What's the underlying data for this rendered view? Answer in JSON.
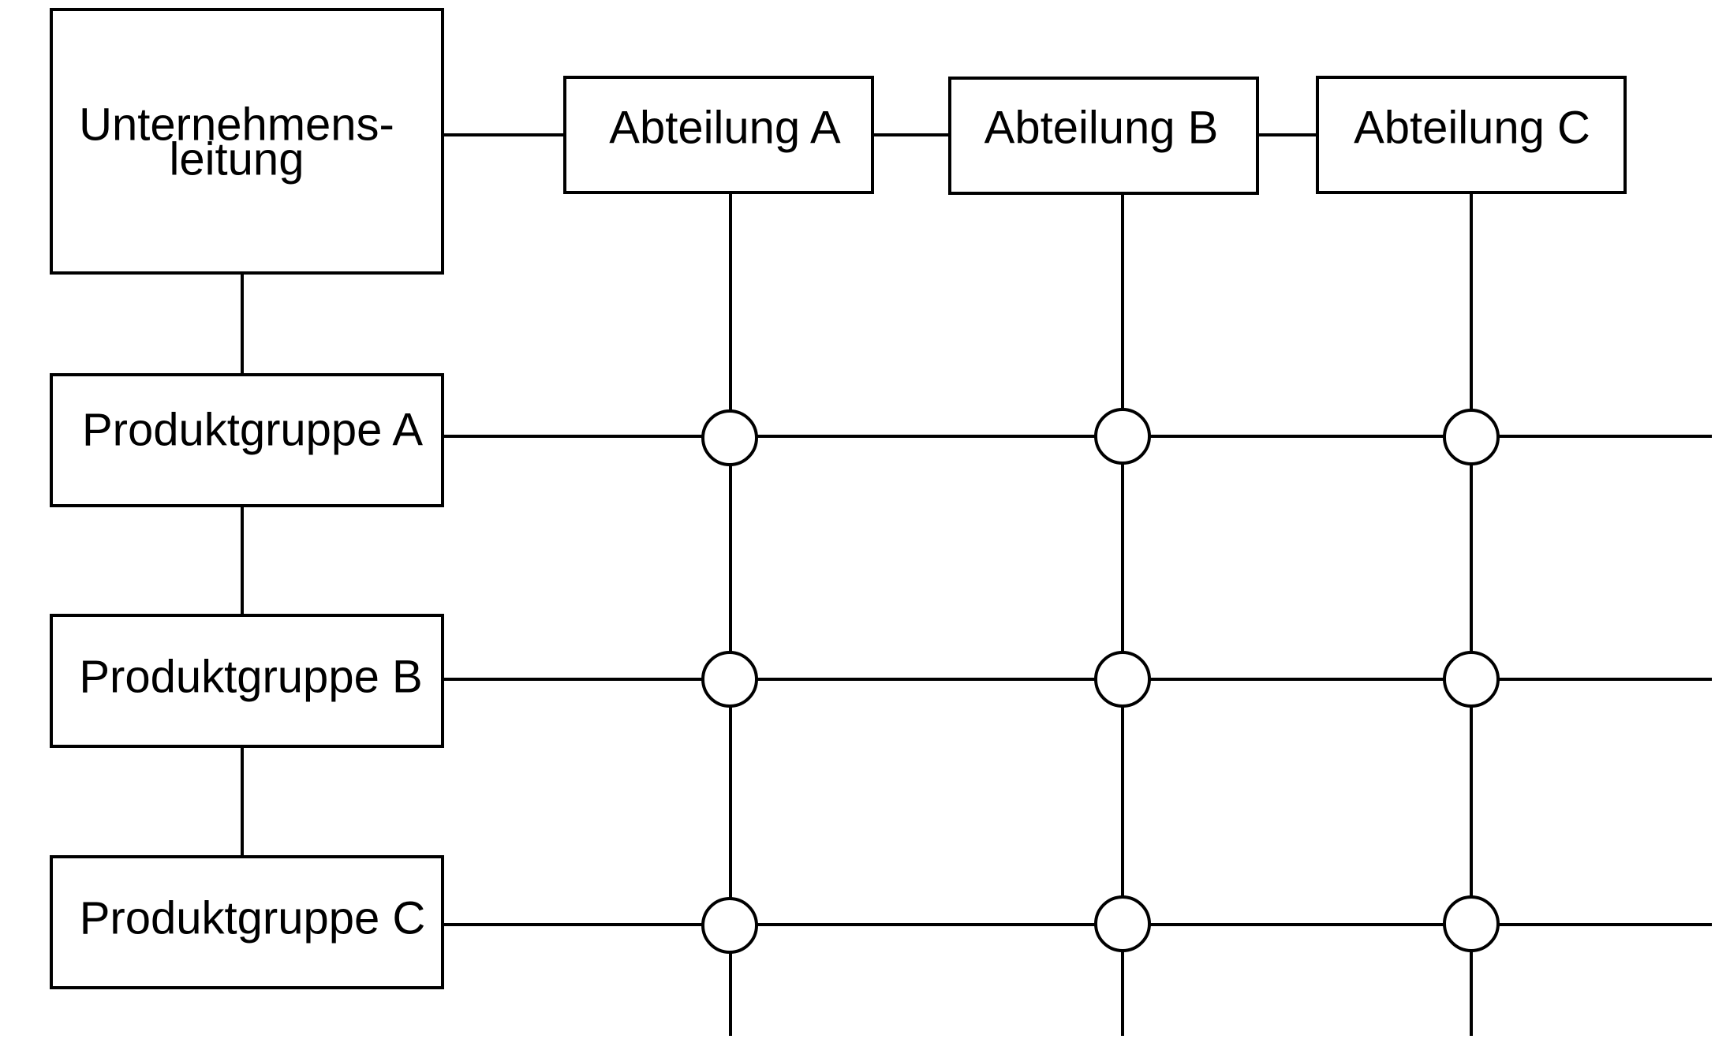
{
  "title": "",
  "management": {
    "label_line1": "Unternehmens-",
    "label_line2": "leitung"
  },
  "departments": [
    {
      "label": "Abteilung A"
    },
    {
      "label": "Abteilung B"
    },
    {
      "label": "Abteilung C"
    }
  ],
  "product_groups": [
    {
      "label": "Produktgruppe A"
    },
    {
      "label": "Produktgruppe B"
    },
    {
      "label": "Produktgruppe C"
    }
  ],
  "colors": {
    "line": "#000000",
    "box_fill": "#ffffff",
    "background": "#ffffff"
  }
}
